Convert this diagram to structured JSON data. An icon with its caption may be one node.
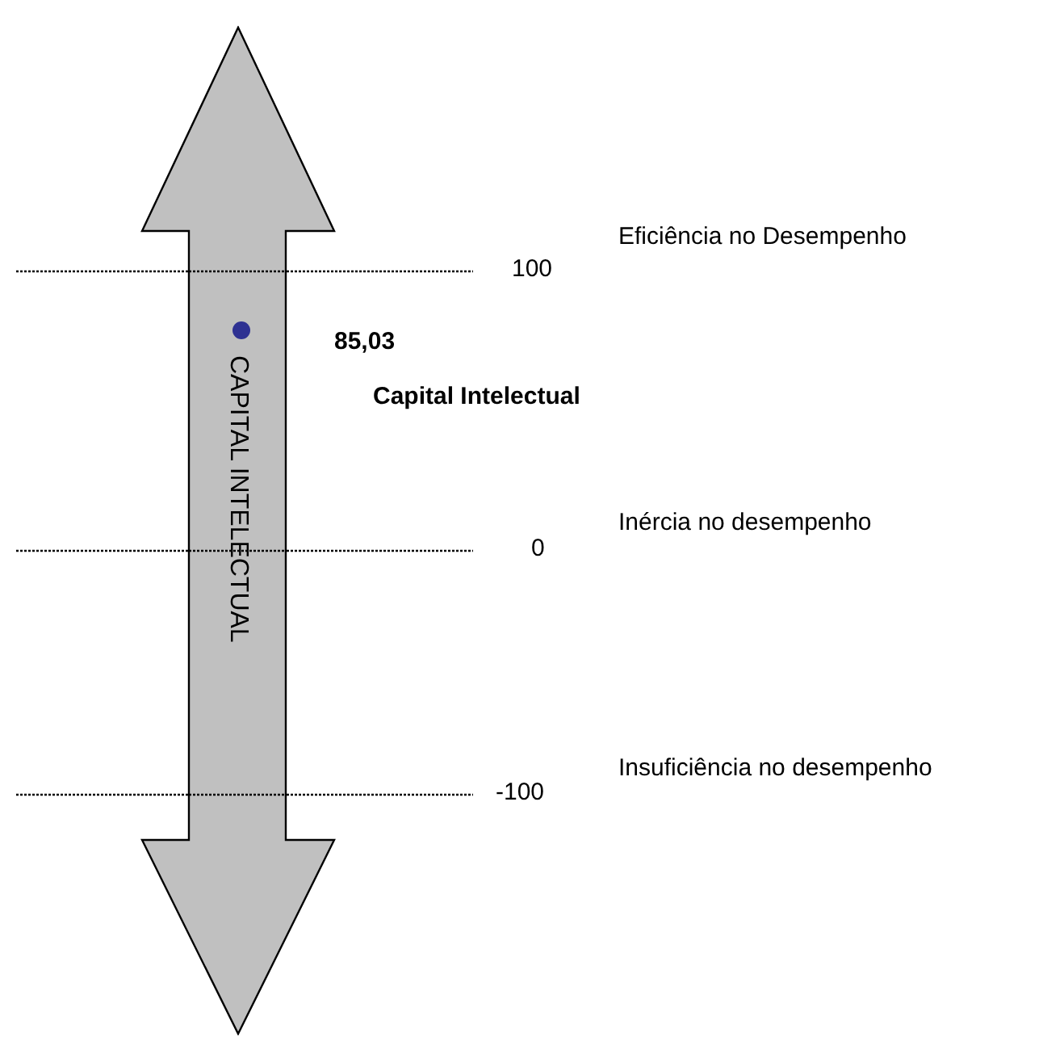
{
  "diagram": {
    "nodes": [
      {
        "text": [
          "CAPITAL INTELECTUAL"
        ]
      }
    ],
    "labels": [
      "Eficiência no Desempenho",
      "100",
      "85,03",
      "Capital Intelectual",
      "Inércia no desempenho",
      "0",
      "Insuficiência no desempenho",
      "-100"
    ]
  }
}
